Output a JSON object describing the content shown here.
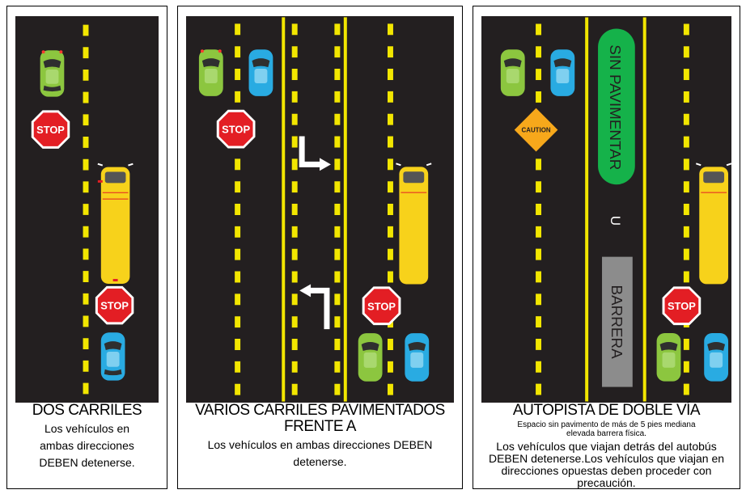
{
  "panels": [
    {
      "title": "DOS CARRILES",
      "body": "Los vehículos en ambas direcciones DEBEN detenerse."
    },
    {
      "title": "VARIOS CARRILES PAVIMENTADOS FRENTE A",
      "body": "Los vehículos en ambas direcciones DEBEN detenerse."
    },
    {
      "title": "AUTOPISTA DE DOBLE VÍA",
      "note": "Espacio sin pavimento de más de 5 pies mediana elevada barrera física.",
      "body": "Los vehículos que viajan detrás del autobús DEBEN detenerse.Los vehículos que viajan en direcciones opuestas deben proceder con precaución."
    }
  ],
  "signs": {
    "stop": "STOP",
    "caution": "CAUTION"
  },
  "median": {
    "unpaved": "SIN PAVIMENTAR",
    "connector": "U",
    "barrier": "BARRERA"
  },
  "colors": {
    "road": "#231f20",
    "lane_line": "#f2e600",
    "bus": "#f7d21b",
    "stop_sign": "#e31e24",
    "green_car": "#8cc63f",
    "blue_car": "#29abe2",
    "median_green": "#15b24a",
    "barrier_gray": "#8c8c8c"
  }
}
